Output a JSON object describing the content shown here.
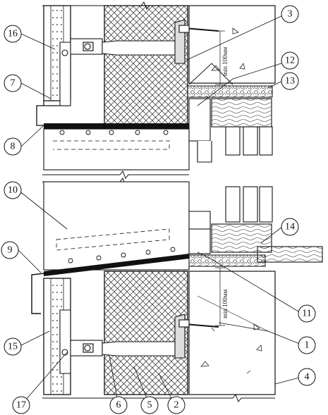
{
  "callouts": [
    {
      "id": "1",
      "label": "1"
    },
    {
      "id": "2",
      "label": "2"
    },
    {
      "id": "3",
      "label": "3"
    },
    {
      "id": "4",
      "label": "4"
    },
    {
      "id": "5",
      "label": "5"
    },
    {
      "id": "6",
      "label": "6"
    },
    {
      "id": "7",
      "label": "7"
    },
    {
      "id": "8",
      "label": "8"
    },
    {
      "id": "9",
      "label": "9"
    },
    {
      "id": "10",
      "label": "10"
    },
    {
      "id": "11",
      "label": "11"
    },
    {
      "id": "12",
      "label": "12"
    },
    {
      "id": "13",
      "label": "13"
    },
    {
      "id": "14",
      "label": "14"
    },
    {
      "id": "15",
      "label": "15"
    },
    {
      "id": "16",
      "label": "16"
    },
    {
      "id": "17",
      "label": "17"
    }
  ],
  "dimensions": {
    "upper_anchor_min": "min 100мм",
    "lower_anchor_min": "min 100мм"
  }
}
